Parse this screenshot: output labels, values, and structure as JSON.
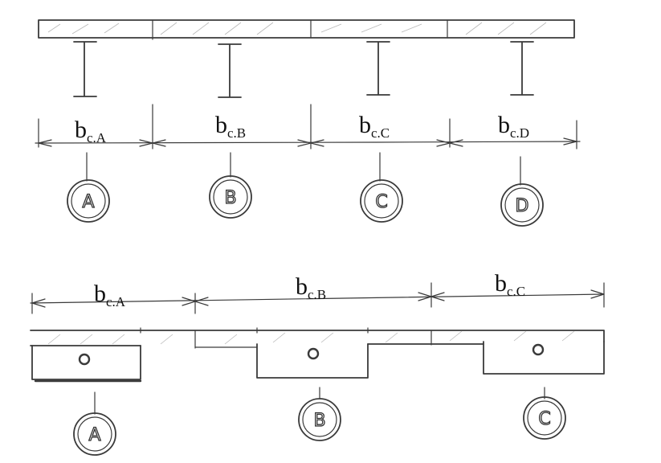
{
  "top_section": {
    "dimensions": [
      {
        "base": "b",
        "sub": "c.A"
      },
      {
        "base": "b",
        "sub": "c.B"
      },
      {
        "base": "b",
        "sub": "c.C"
      },
      {
        "base": "b",
        "sub": "c.D"
      }
    ],
    "axes": [
      "A",
      "B",
      "C",
      "D"
    ]
  },
  "bottom_section": {
    "dimensions": [
      {
        "base": "b",
        "sub": "c.A"
      },
      {
        "base": "b",
        "sub": "c.B"
      },
      {
        "base": "b",
        "sub": "c.C"
      }
    ],
    "axes": [
      "A",
      "B",
      "C"
    ]
  }
}
